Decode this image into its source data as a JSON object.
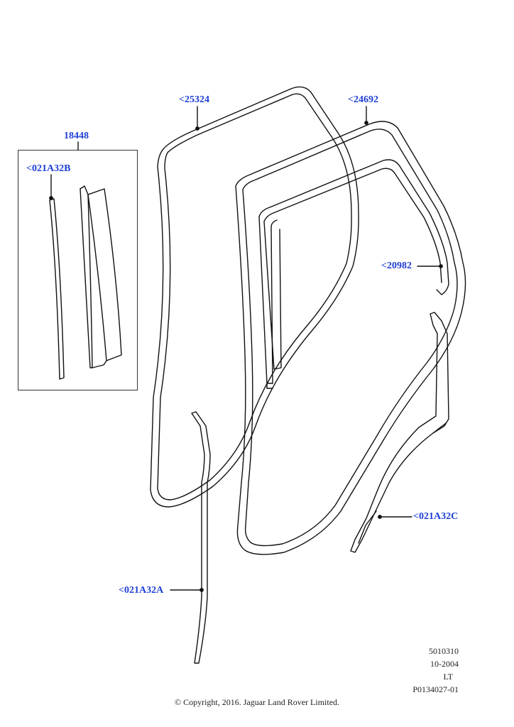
{
  "labels": {
    "group": "18448",
    "seal_021A32B": "<021A32B",
    "seal_25324": "<25324",
    "seal_24692": "<24692",
    "seal_20982": "<20982",
    "seal_021A32C": "<021A32C",
    "seal_021A32A": "<021A32A"
  },
  "reference": {
    "line1": "5010310",
    "line2": "10-2004",
    "line3": "LT",
    "line4": "P0134027-01"
  },
  "copyright": "© Copyright, 2016. Jaguar Land Rover Limited.",
  "colors": {
    "label": "#1f3fd6",
    "line": "#111111"
  }
}
